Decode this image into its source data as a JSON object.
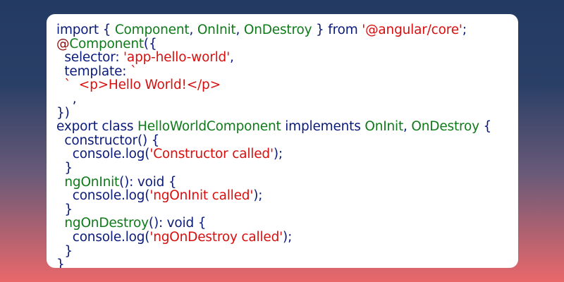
{
  "colors": {
    "keyword": "#0b1b7a",
    "identifier": "#0f7a1a",
    "string": "#d80f0f",
    "decorator": "#8b0f0f",
    "card_background": "#ffffff"
  },
  "code_lines": [
    [
      [
        "kw",
        "import { "
      ],
      [
        "id",
        "Component"
      ],
      [
        "kw",
        ", "
      ],
      [
        "id",
        "OnInit"
      ],
      [
        "kw",
        ", "
      ],
      [
        "id",
        "OnDestroy"
      ],
      [
        "kw",
        " } from "
      ],
      [
        "str",
        "'@angular/core'"
      ],
      [
        "kw",
        ";"
      ]
    ],
    [
      [
        "dec",
        "@"
      ],
      [
        "id",
        "Component"
      ],
      [
        "kw",
        "({"
      ]
    ],
    [
      [
        "kw",
        "  selector: "
      ],
      [
        "str",
        "'app-hello-world'"
      ],
      [
        "kw",
        ","
      ]
    ],
    [
      [
        "kw",
        "  template: "
      ],
      [
        "str",
        "`"
      ]
    ],
    [
      [
        "str",
        "  `  <p>Hello World!</p>"
      ]
    ],
    [
      [
        "kw",
        "    ,"
      ]
    ],
    [
      [
        "kw",
        "})"
      ]
    ],
    [
      [
        "kw",
        "export class "
      ],
      [
        "id",
        "HelloWorldComponent"
      ],
      [
        "kw",
        " implements "
      ],
      [
        "id",
        "OnInit"
      ],
      [
        "kw",
        ", "
      ],
      [
        "id",
        "OnDestroy"
      ],
      [
        "kw",
        " {"
      ]
    ],
    [
      [
        "kw",
        "  constructor() {"
      ]
    ],
    [
      [
        "kw",
        "    console.log("
      ],
      [
        "str",
        "'Constructor called'"
      ],
      [
        "kw",
        ");"
      ]
    ],
    [
      [
        "kw",
        "  }"
      ]
    ],
    [
      [
        "kw",
        "  "
      ],
      [
        "id",
        "ngOnInit"
      ],
      [
        "kw",
        "(): void {"
      ]
    ],
    [
      [
        "kw",
        "    console.log("
      ],
      [
        "str",
        "'ngOnInit called'"
      ],
      [
        "kw",
        ");"
      ]
    ],
    [
      [
        "kw",
        "  }"
      ]
    ],
    [
      [
        "kw",
        "  "
      ],
      [
        "id",
        "ngOnDestroy"
      ],
      [
        "kw",
        "(): void {"
      ]
    ],
    [
      [
        "kw",
        "    console.log("
      ],
      [
        "str",
        "'ngOnDestroy called'"
      ],
      [
        "kw",
        ");"
      ]
    ],
    [
      [
        "kw",
        "  }"
      ]
    ],
    [
      [
        "kw",
        "}"
      ]
    ]
  ]
}
